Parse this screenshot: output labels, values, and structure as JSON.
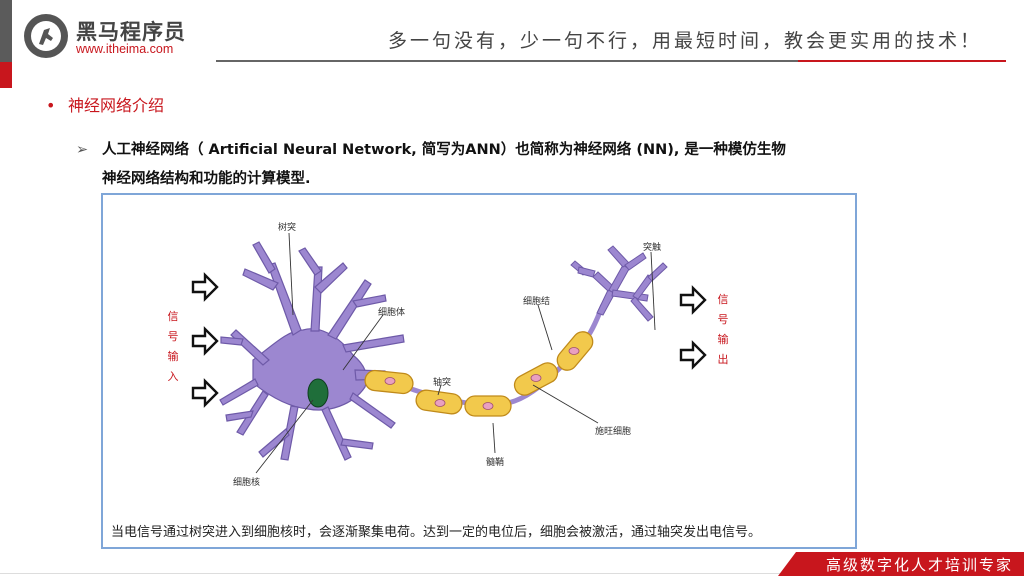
{
  "header": {
    "logo_name": "黑马程序员",
    "logo_url": "www.itheima.com",
    "slogan": "多一句没有，少一句不行，用最短时间，教会更实用的技术！"
  },
  "section": {
    "title": "神经网络介绍"
  },
  "description": {
    "line1": "人工神经网络（ Artificial Neural Network, 简写为ANN）也简称为神经网络 (NN), 是一种模仿生物",
    "line2": "神经网络结构和功能的计算模型."
  },
  "figure": {
    "labels": {
      "dendrite": "树突",
      "cell_body": "细胞体",
      "nucleus": "细胞核",
      "axon": "轴突",
      "myelin": "髓鞘",
      "schwann": "施旺细胞",
      "node": "细胞结",
      "synapse": "突触"
    },
    "signal_in": [
      "信",
      "号",
      "输",
      "入"
    ],
    "signal_out": [
      "信",
      "号",
      "输",
      "出"
    ],
    "caption": "当电信号通过树突进入到细胞核时，会逐渐聚集电荷。达到一定的电位后，细胞会被激活，通过轴突发出电信号。",
    "colors": {
      "neuron": "#9c87d0",
      "neuron_stroke": "#6e5aa8",
      "nucleus": "#1f6e3a",
      "myelin": "#f2c94c",
      "myelin_stroke": "#c08a1a",
      "label_red": "#c8161d",
      "border": "#7fa6d8"
    }
  },
  "footer": {
    "text": "高级数字化人才培训专家"
  }
}
